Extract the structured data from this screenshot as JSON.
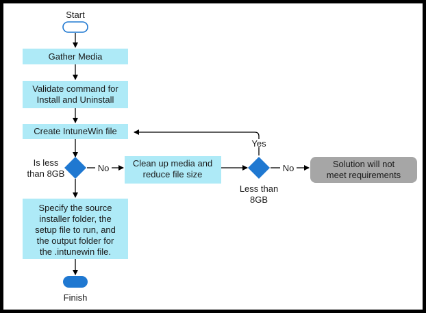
{
  "colors": {
    "process_fill": "#aeeaf7",
    "decision_fill": "#1f78d1",
    "terminator_fill": "#1f78d1",
    "terminator_stroke": "#1f78d1",
    "end_fill": "#a6a6a6",
    "line": "#000000",
    "background": "#ffffff"
  },
  "nodes": {
    "start": "Start",
    "gather": "Gather Media",
    "validate_1": "Validate command for",
    "validate_2": "Install and Uninstall",
    "create": "Create IntuneWin file",
    "is_less_1": "Is less",
    "is_less_2": "than 8GB",
    "cleanup_1": "Clean up media and",
    "cleanup_2": "reduce file size",
    "less_than_1": "Less than",
    "less_than_2": "8GB",
    "solution_1": "Solution will not",
    "solution_2": "meet requirements",
    "specify_1": "Specify the source",
    "specify_2": "installer folder, the",
    "specify_3": "setup file to run, and",
    "specify_4": "the output folder for",
    "specify_5": "the .intunewin file.",
    "finish": "Finish"
  },
  "edges": {
    "no_1": "No",
    "yes": "Yes",
    "no_2": "No"
  }
}
